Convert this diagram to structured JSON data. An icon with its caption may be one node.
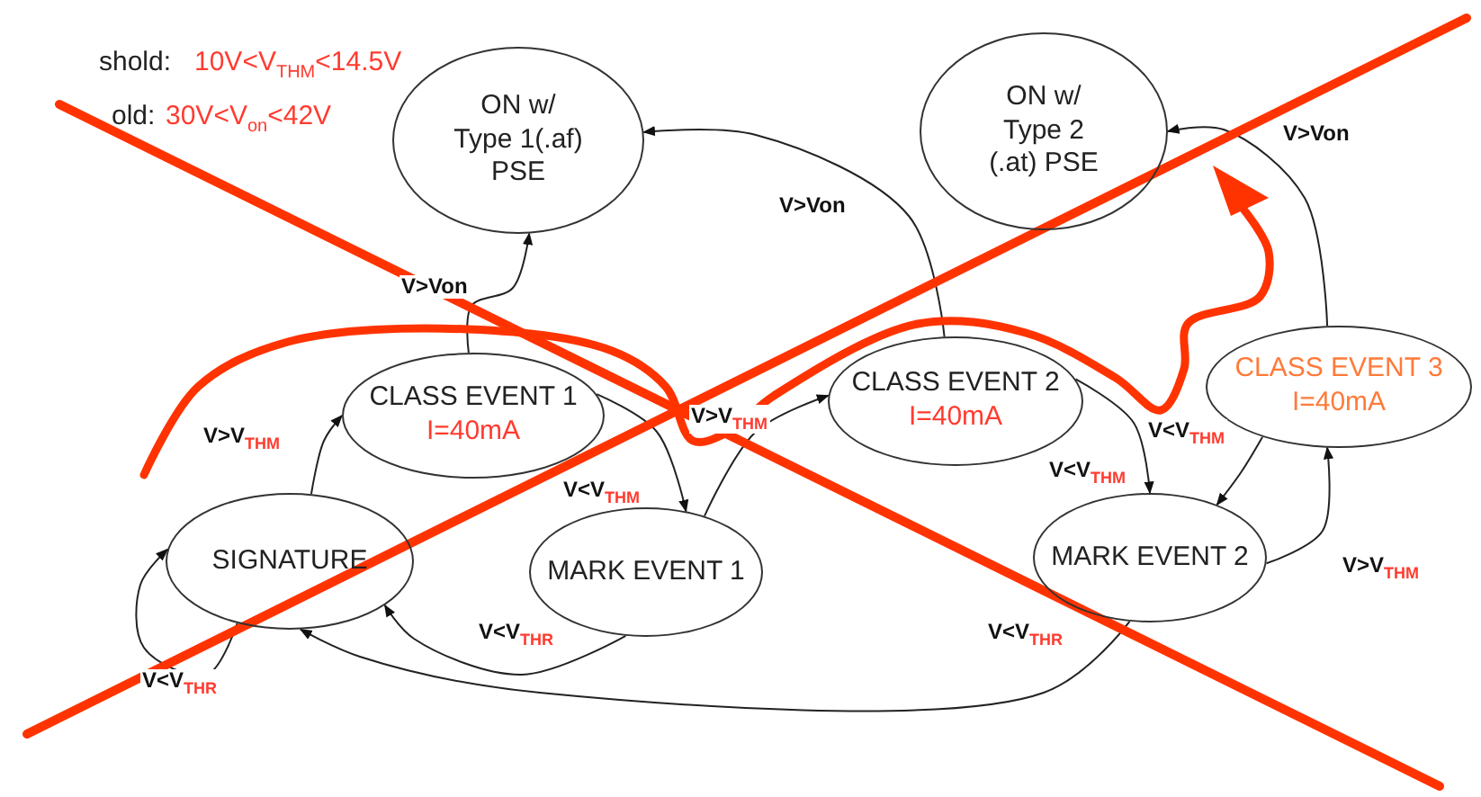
{
  "diagram": {
    "nodes": [
      {
        "text": [
          "ON w/ Type 1(.af) PSE"
        ]
      },
      {
        "text": [
          "ON w/ Type 2 (.at) PSE"
        ]
      },
      {
        "text": [
          "CLASS EVENT 1",
          "I=40mA"
        ]
      },
      {
        "text": [
          "CLASS EVENT 2",
          "I=40mA"
        ]
      },
      {
        "text": [
          "CLASS EVENT 3",
          "I=40mA"
        ]
      },
      {
        "text": [
          "SIGNATURE"
        ]
      },
      {
        "text": [
          "MARK EVENT 1"
        ]
      },
      {
        "text": [
          "MARK EVENT 2"
        ]
      }
    ],
    "edges": [
      {
        "from": 2,
        "to": 0,
        "arrow": "to",
        "label": "V>Von"
      },
      {
        "from": 3,
        "to": 0,
        "arrow": "to",
        "label": "V>Von"
      },
      {
        "from": 4,
        "to": 1,
        "arrow": "to",
        "label": "V>Von"
      },
      {
        "from": 5,
        "to": 2,
        "arrow": "to",
        "label": "V>V$_{THM}$"
      },
      {
        "from": 2,
        "to": 6,
        "arrow": "to",
        "label": "V<V$_{THM}$"
      },
      {
        "from": 6,
        "to": 3,
        "arrow": "to",
        "label": "V>V$_{THM}$"
      },
      {
        "from": 3,
        "to": 7,
        "arrow": "to",
        "label": "V<V$_{THM}$"
      },
      {
        "from": 4,
        "to": 7,
        "arrow": "to",
        "label": "V<V$_{THM}$"
      },
      {
        "from": 7,
        "to": 4,
        "arrow": "to",
        "label": "V>V$_{THM}$"
      },
      {
        "from": 6,
        "to": 5,
        "arrow": "to",
        "label": "V<V$_{THR}$"
      },
      {
        "from": 7,
        "to": 5,
        "arrow": "to",
        "label": "V<V$_{THR}$"
      },
      {
        "from": 5,
        "to": 5,
        "arrow": "to",
        "label": "V<V$_{THR}$"
      }
    ],
    "labels": [
      "shold:",
      "10V<V$_{THM}$<14.5V",
      "old:",
      "30V<V$_{on}$<42V"
    ]
  }
}
